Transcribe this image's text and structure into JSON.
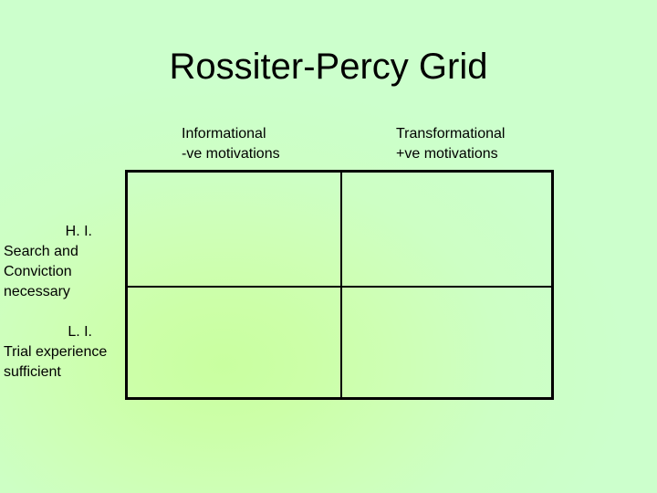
{
  "slide": {
    "title": "Rossiter-Percy Grid",
    "background_color": "#CCFFCC",
    "background_accent_color": "#C9FFA0"
  },
  "grid": {
    "border_color": "#000000",
    "columns": [
      {
        "id": "informational",
        "line1": "Informational",
        "line2": "-ve motivations"
      },
      {
        "id": "transformational",
        "line1": "Transformational",
        "line2": "+ve motivations"
      }
    ],
    "rows": [
      {
        "id": "high-involvement",
        "code": "H. I.",
        "desc_line1": "Search and",
        "desc_line2": "Conviction",
        "desc_line3": "necessary"
      },
      {
        "id": "low-involvement",
        "code": "L. I.",
        "desc_line1": "Trial experience",
        "desc_line2": "sufficient",
        "desc_line3": ""
      }
    ],
    "cells": [
      {
        "id": "high-informational",
        "text": ""
      },
      {
        "id": "high-transformational",
        "text": ""
      },
      {
        "id": "low-informational",
        "text": ""
      },
      {
        "id": "low-transformational",
        "text": ""
      }
    ]
  }
}
